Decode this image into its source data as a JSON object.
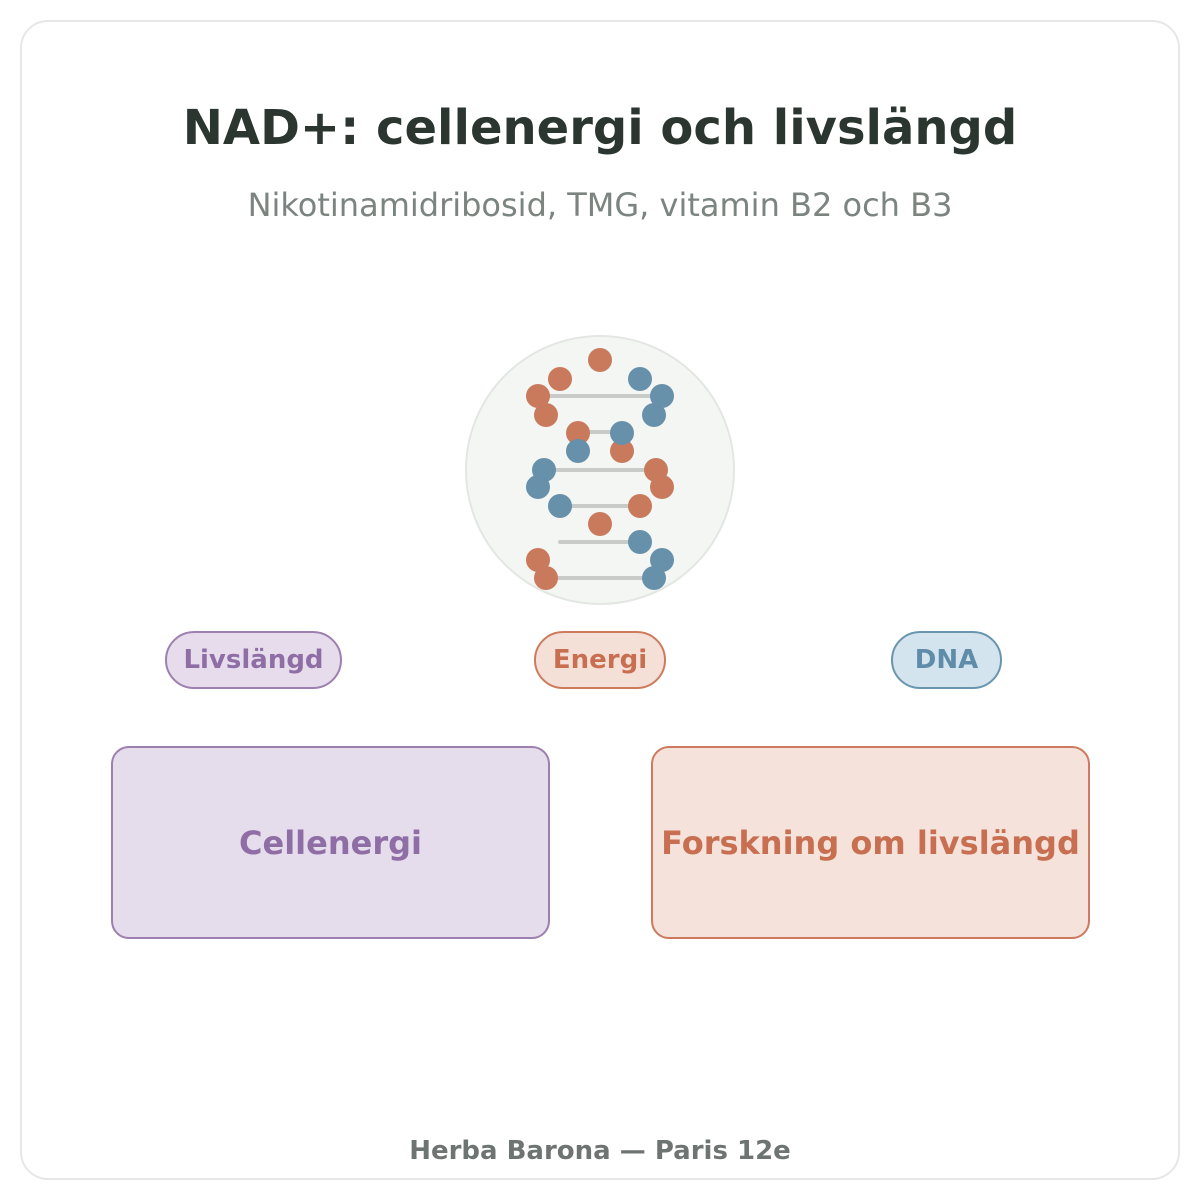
{
  "title": "NAD+: cellenergi och livslängd",
  "subtitle": "Nikotinamidribosid, TMG, vitamin B2 och B3",
  "icon": "dna-helix-icon",
  "tags": [
    {
      "label": "Livslängd"
    },
    {
      "label": "Energi"
    },
    {
      "label": "DNA"
    }
  ],
  "boxes": [
    {
      "label": "Cellenergi"
    },
    {
      "label": "Forskning om livslängd"
    }
  ],
  "footer": "Herba Barona — Paris 12e",
  "colors": {
    "purple": "#9d7fb0",
    "orange": "#cd7a5e",
    "blue": "#6a95ae",
    "title": "#2b3631"
  }
}
